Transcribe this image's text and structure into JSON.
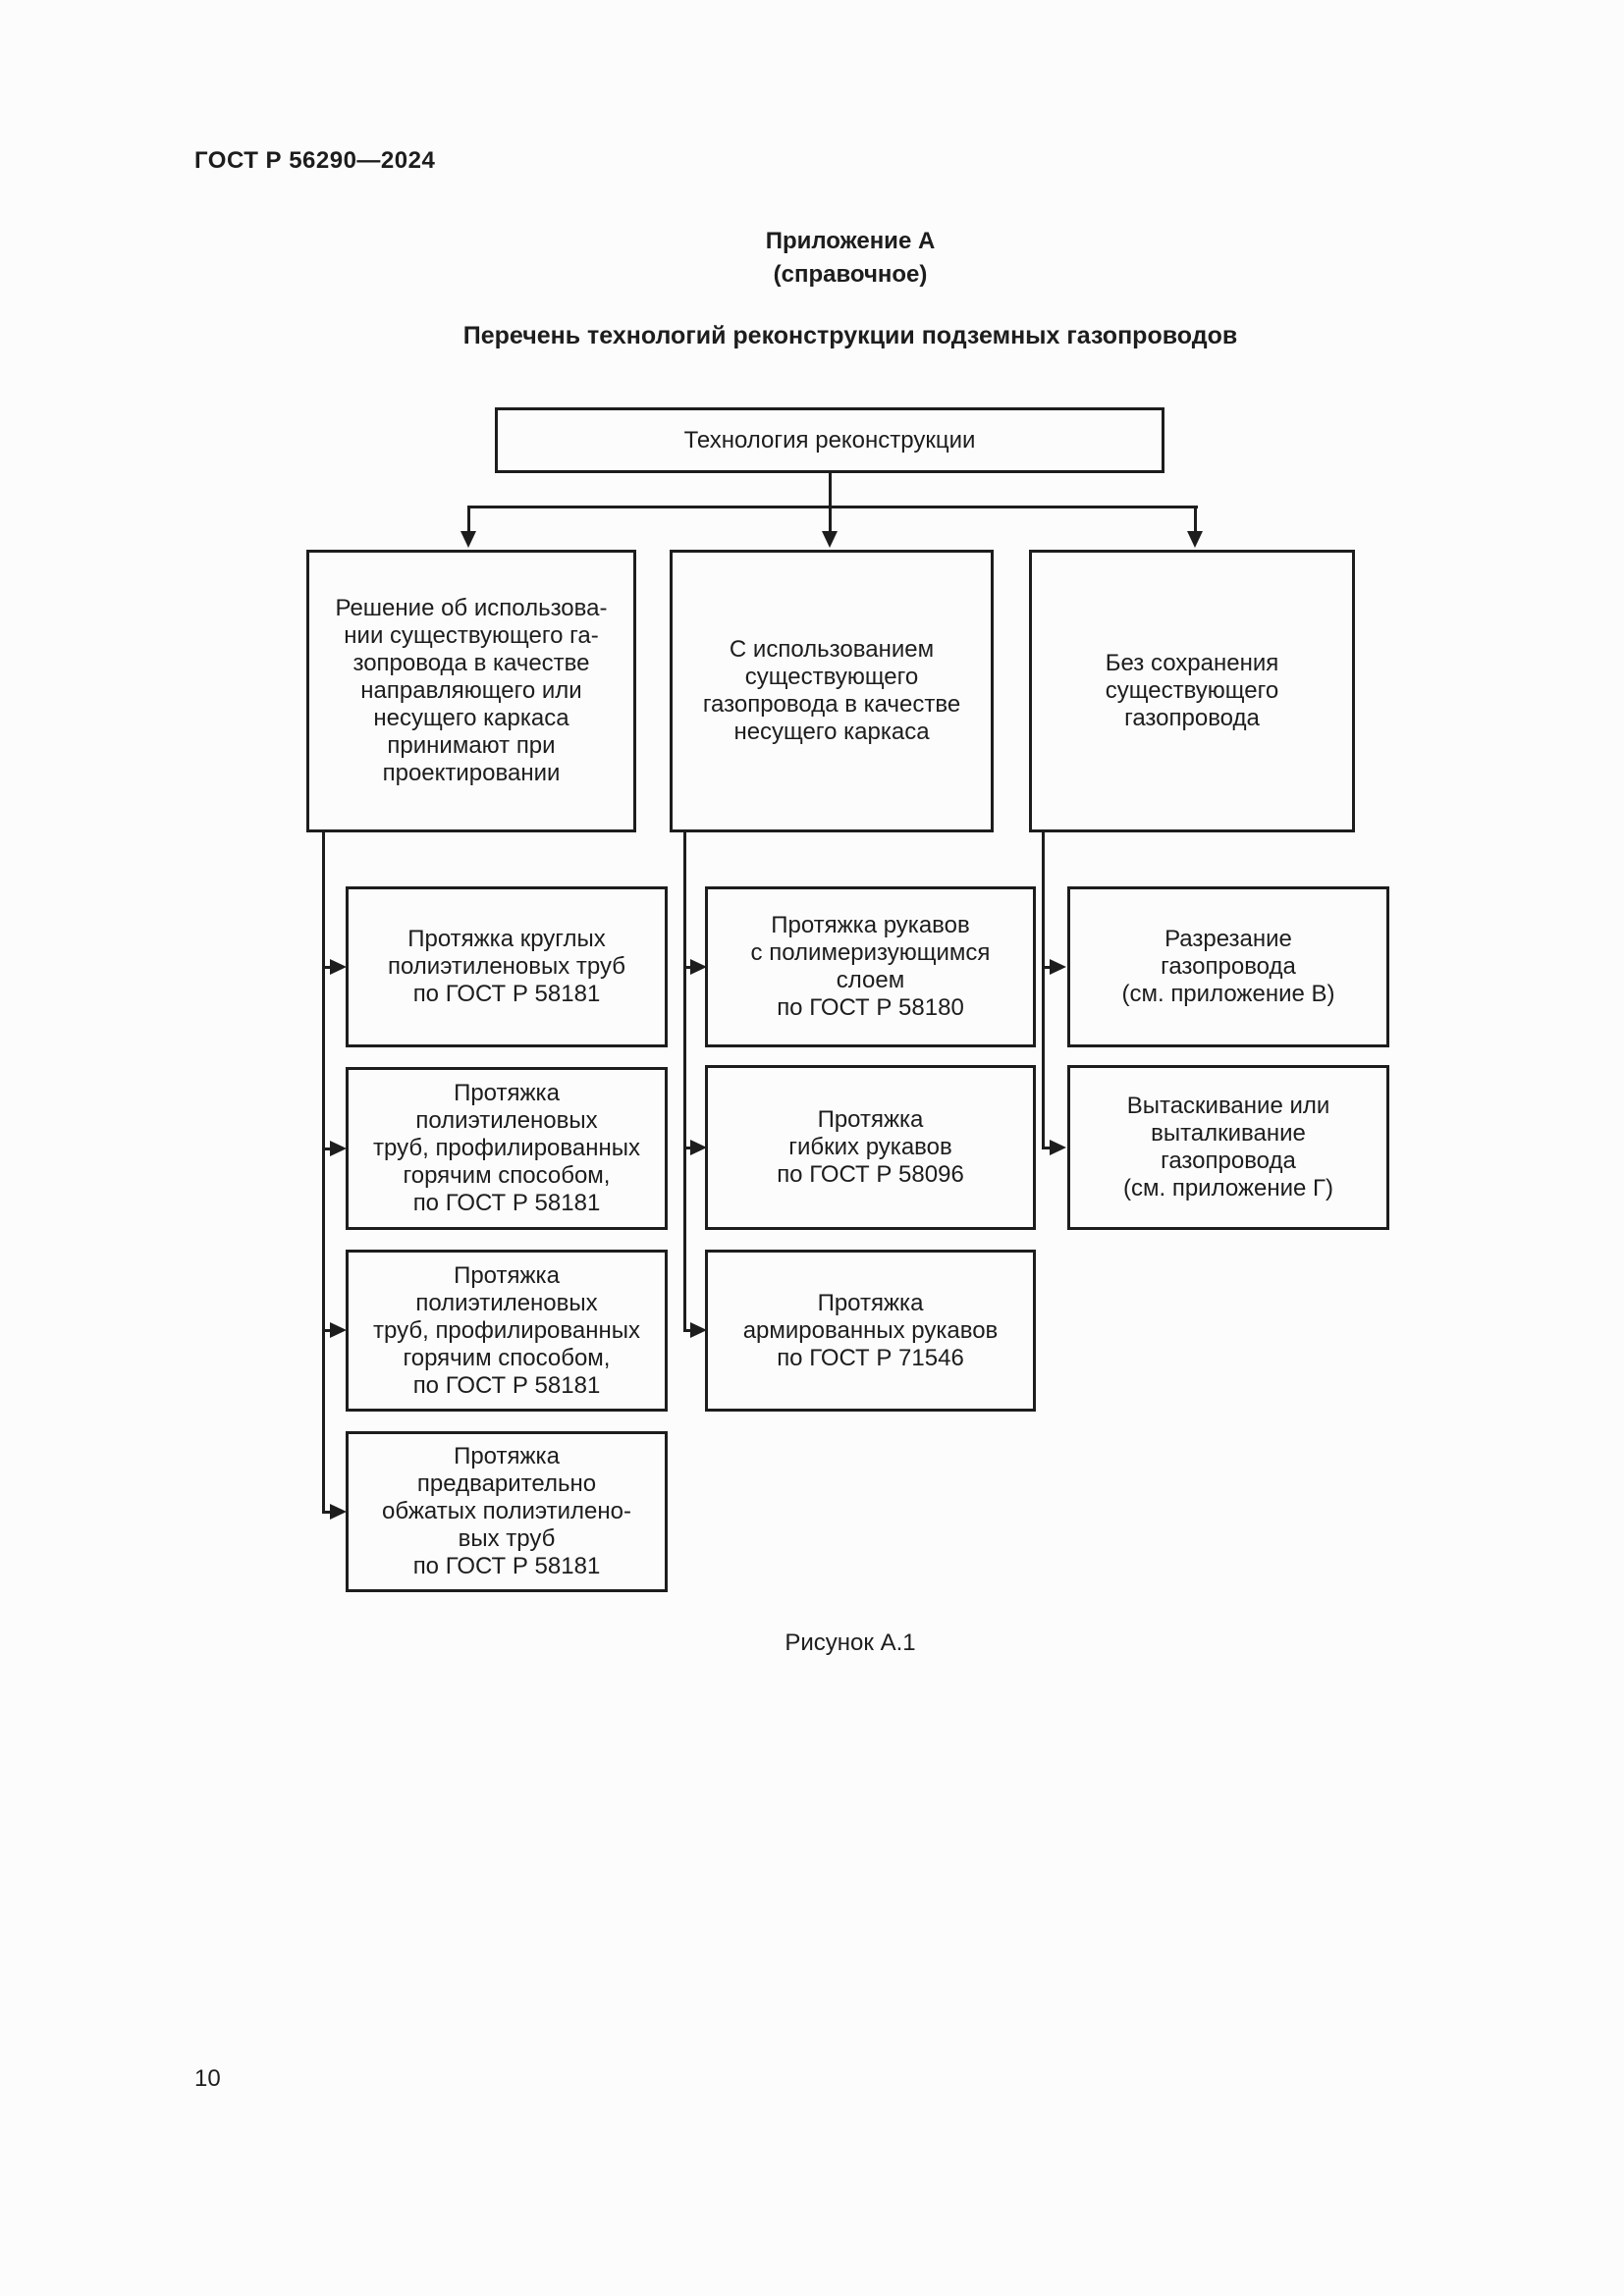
{
  "page": {
    "header": "ГОСТ Р 56290—2024",
    "page_number": "10"
  },
  "appendix": {
    "label": "Приложение А",
    "note": "(справочное)",
    "title": "Перечень технологий реконструкции подземных газопроводов"
  },
  "figure": {
    "caption": "Рисунок А.1",
    "root": {
      "text": "Технология реконструкции"
    },
    "branches": [
      {
        "text": "Решение об использова-\nнии существующего га-\nзопровода в качестве\nнаправляющего или\nнесущего каркаса\nпринимают при\nпроектировании",
        "children": [
          {
            "text": "Протяжка круглых\nполиэтиленовых труб\nпо ГОСТ Р 58181"
          },
          {
            "text": "Протяжка\nполиэтиленовых\nтруб, профилированных\nгорячим способом,\nпо ГОСТ Р 58181"
          },
          {
            "text": "Протяжка\nполиэтиленовых\nтруб, профилированных\nгорячим способом,\nпо ГОСТ Р 58181"
          },
          {
            "text": "Протяжка\nпредварительно\nобжатых полиэтилено-\nвых труб\nпо ГОСТ Р 58181"
          }
        ]
      },
      {
        "text": "С использованием\nсуществующего\nгазопровода в качестве\nнесущего каркаса",
        "children": [
          {
            "text": "Протяжка рукавов\nс полимеризующимся\nслоем\nпо ГОСТ Р 58180"
          },
          {
            "text": "Протяжка\nгибких рукавов\nпо ГОСТ Р 58096"
          },
          {
            "text": "Протяжка\nармированных рукавов\nпо ГОСТ Р 71546"
          }
        ]
      },
      {
        "text": "Без сохранения\nсуществующего\nгазопровода",
        "children": [
          {
            "text": "Разрезание\nгазопровода\n(см. приложение В)"
          },
          {
            "text": "Вытаскивание или\nвыталкивание\nгазопровода\n(см. приложение Г)"
          }
        ]
      }
    ]
  },
  "colors": {
    "ink": "#1d1d1d",
    "paper": "#fcfcfc"
  }
}
